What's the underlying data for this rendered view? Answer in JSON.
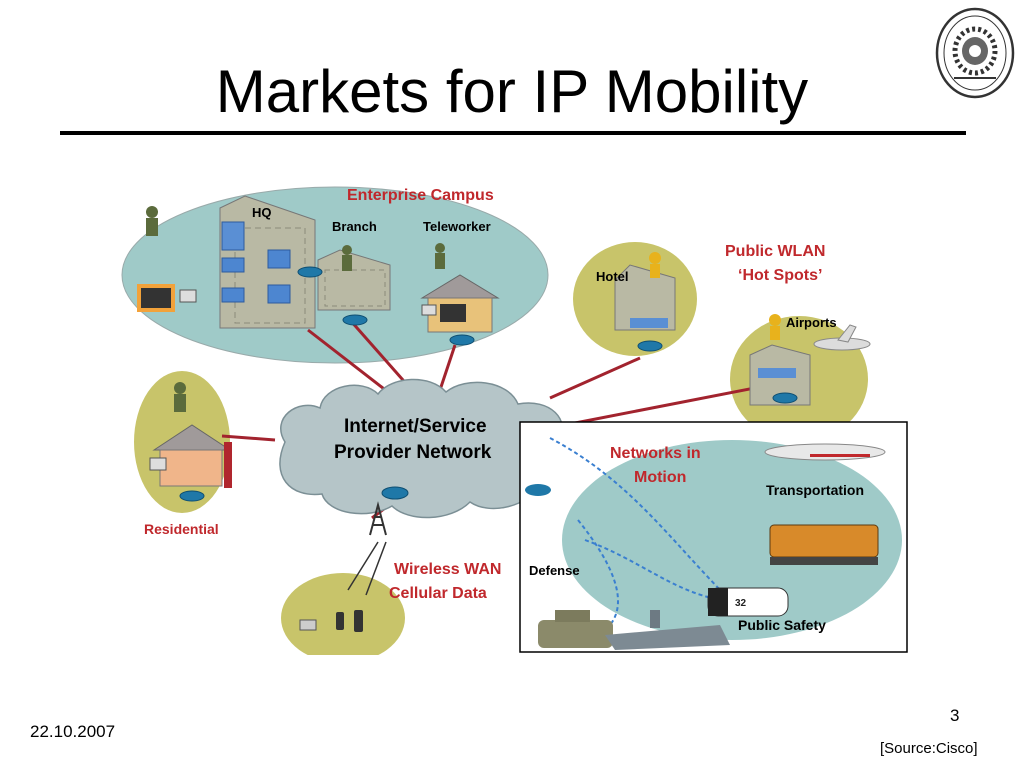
{
  "slide": {
    "title": "Markets for IP Mobility",
    "date": "22.10.2007",
    "page_number": "3",
    "source": "[Source:Cisco]"
  },
  "logo": {
    "icon": "institute-seal-icon"
  },
  "diagram": {
    "enterprise_campus": {
      "title": "Enterprise Campus",
      "hq": "HQ",
      "branch": "Branch",
      "teleworker": "Teleworker"
    },
    "public_wlan": {
      "line1": "Public WLAN",
      "line2": "‘Hot Spots’",
      "hotel": "Hotel",
      "airports": "Airports"
    },
    "residential": "Residential",
    "core": {
      "line1": "Internet/Service",
      "line2": "Provider Network"
    },
    "wireless_wan": {
      "line1": "Wireless WAN",
      "line2": "Cellular Data"
    },
    "networks_in_motion": {
      "line1": "Networks in",
      "line2": "Motion",
      "transportation": "Transportation",
      "defense": "Defense",
      "public_safety": "Public Safety",
      "police_number": "32"
    },
    "colors": {
      "campus_fill": "#9fcac8",
      "hotspot_fill": "#c8c46a",
      "cloud_fill": "#b5c5c8",
      "link": "#a2232e",
      "heading_red": "#c0282c",
      "router": "#1f78a8",
      "wireless_wave": "#3a7fd0"
    }
  }
}
